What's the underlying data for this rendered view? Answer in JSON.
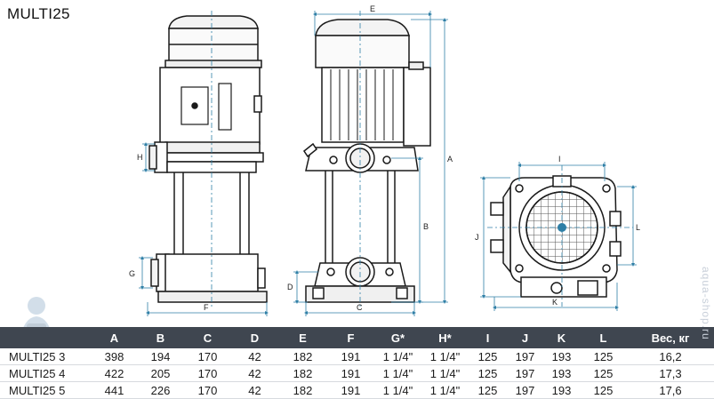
{
  "title": "MULTI25",
  "dimension_labels": {
    "E": "E",
    "A": "A",
    "B": "B",
    "C": "C",
    "D": "D",
    "F": "F",
    "G": "G",
    "H": "H",
    "I": "I",
    "J": "J",
    "K": "K",
    "L": "L"
  },
  "table": {
    "headers": [
      "",
      "A",
      "B",
      "C",
      "D",
      "E",
      "F",
      "G*",
      "H*",
      "I",
      "J",
      "K",
      "L",
      "Вес, кг"
    ],
    "rows": [
      [
        "MULTI25 3",
        "398",
        "194",
        "170",
        "42",
        "182",
        "191",
        "1 1/4\"",
        "1 1/4\"",
        "125",
        "197",
        "193",
        "125",
        "16,2"
      ],
      [
        "MULTI25 4",
        "422",
        "205",
        "170",
        "42",
        "182",
        "191",
        "1 1/4\"",
        "1 1/4\"",
        "125",
        "197",
        "193",
        "125",
        "17,3"
      ],
      [
        "MULTI25 5",
        "441",
        "226",
        "170",
        "42",
        "182",
        "191",
        "1 1/4\"",
        "1 1/4\"",
        "125",
        "197",
        "193",
        "125",
        "17,6"
      ]
    ]
  },
  "watermark": "aqua-shop.ru",
  "colors": {
    "header_bg": "#3f4650",
    "dimension_line": "#2f7fa6",
    "drawing_line": "#1a1a1a"
  }
}
